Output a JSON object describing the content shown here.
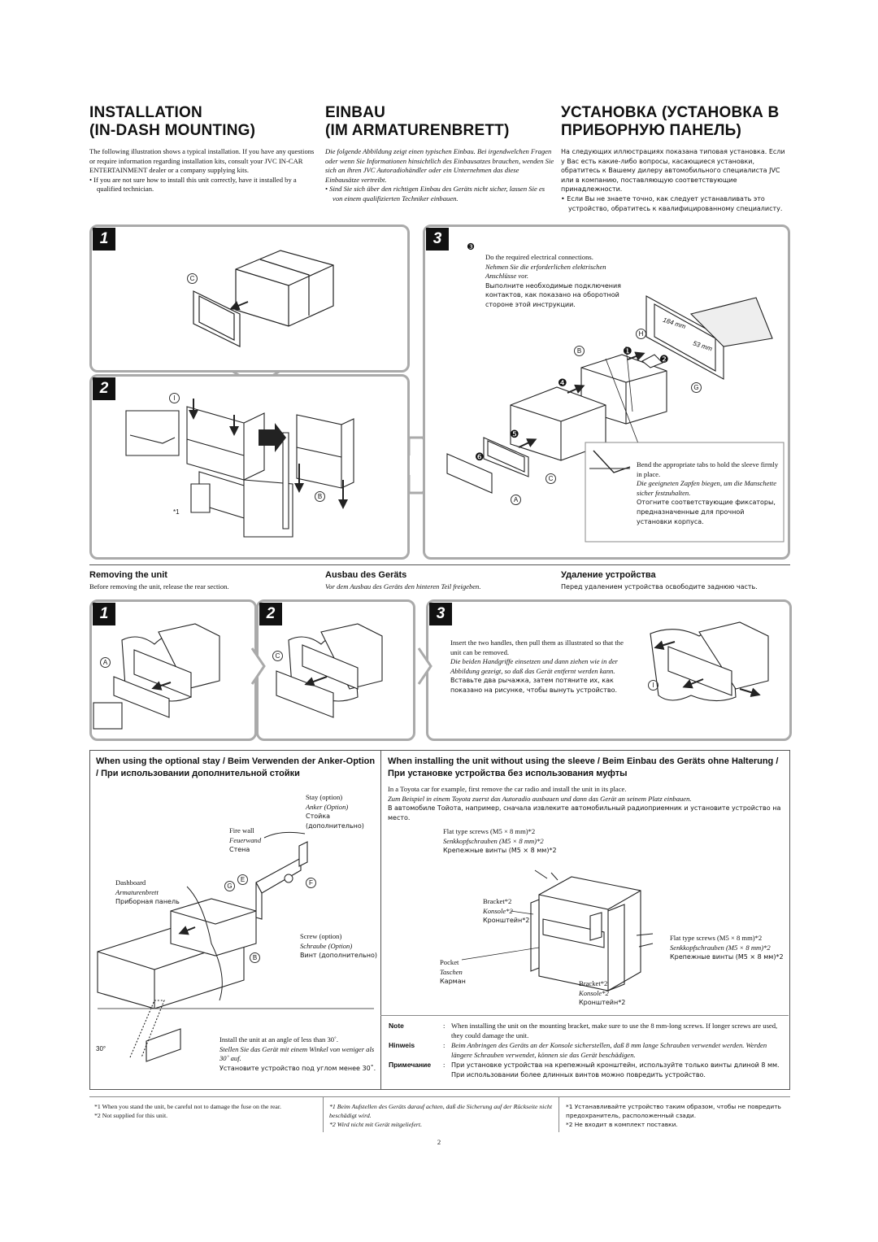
{
  "headers": {
    "en": [
      "INSTALLATION",
      "(IN-DASH MOUNTING)"
    ],
    "de": [
      "EINBAU",
      "(IM ARMATURENBRETT)"
    ],
    "ru": [
      "УСТАНОВКА (УСТАНОВКА В",
      "ПРИБОРНУЮ ПАНЕЛЬ)"
    ]
  },
  "intro": {
    "en": "The following illustration shows a typical installation. If you have any questions or require information regarding installation kits, consult your JVC IN-CAR ENTERTAINMENT dealer or a company supplying kits.",
    "en_bullet": "If you are not sure how to install this unit correctly, have it installed by a qualified technician.",
    "de": "Die folgende Abbildung zeigt einen typischen Einbau. Bei irgendwelchen Fragen oder wenn Sie Informationen hinsichtlich des Einbausatzes brauchen, wenden Sie sich an ihren JVC Autoradiohändler oder ein Unternehmen das diese Einbausätze vertreibt.",
    "de_bullet": "Sind Sie sich über den richtigen Einbau des Geräts nicht sicher, lassen Sie es von einem qualifizierten Techniker einbauen.",
    "ru": "На следующих иллюстрациях показана типовая установка. Если у Вас есть какие-либо вопросы, касающиеся установки, обратитесь к Вашему дилеру автомобильного специалиста JVC или в компанию, поставляющую соответствующие принадлежности.",
    "ru_bullet": "Если Вы не знаете точно, как следует устанавливать это устройство, обратитесь к квалифицированному специалисту."
  },
  "steps": {
    "s1": "1",
    "s2": "2",
    "s3": "3"
  },
  "install_step3": {
    "marker": "❸",
    "en": "Do the required electrical connections.",
    "de": "Nehmen Sie die erforderlichen elektrischen Anschlüsse vor.",
    "ru": "Выполните необходимые подключения контактов, как показано на оборотной стороне этой инструкции.",
    "dim1": "184 mm",
    "dim2": "53 mm"
  },
  "bend_tabs": {
    "en": "Bend the appropriate tabs to hold the sleeve firmly in place.",
    "de": "Die geeigneten Zapfen biegen, um die Manschette sicher festzuhalten.",
    "ru": "Отогните соответствующие фиксаторы, предназначенные для прочной установки корпуса."
  },
  "markers": {
    "A": "A",
    "B": "B",
    "C": "C",
    "E": "E",
    "F": "F",
    "G": "G",
    "H": "H",
    "I": "I",
    "n1": "❶",
    "n2": "❷",
    "n4": "❹",
    "n5": "❺",
    "n6": "❻",
    "star1": "*1"
  },
  "removing": {
    "en_title": "Removing the unit",
    "en_text": "Before removing the unit, release the rear section.",
    "de_title": "Ausbau des Geräts",
    "de_text": "Vor dem Ausbau des Geräts den hinteren Teil freigeben.",
    "ru_title": "Удаление устройства",
    "ru_text": "Перед удалением устройства освободите заднюю часть."
  },
  "remove_step3": {
    "en": "Insert the two handles, then pull them as illustrated so that the unit can be removed.",
    "de": "Die beiden Handgriffe einsetzen und dann ziehen wie in der Abbildung gezeigt, so daß das Gerät entfernt werden kann.",
    "ru": "Вставьте два рычажка, затем потяните их, как показано на рисунке, чтобы вынуть устройство."
  },
  "stay": {
    "title": "When using the optional stay / Beim Verwenden der Anker-Option / При использовании дополнительной стойки",
    "stay_en": "Stay (option)",
    "stay_de": "Anker (Option)",
    "stay_ru": "Стойка (дополнительно)",
    "fire_en": "Fire wall",
    "fire_de": "Feuerwand",
    "fire_ru": "Стена",
    "dash_en": "Dashboard",
    "dash_de": "Armaturenbrett",
    "dash_ru": "Приборная панель",
    "screw_en": "Screw (option)",
    "screw_de": "Schraube (Option)",
    "screw_ru": "Винт (дополнительно)",
    "angle": "30°",
    "angle_en": "Install the unit at an angle of less than 30˚.",
    "angle_de": "Stellen Sie das Gerät mit einem Winkel von weniger als 30˚ auf.",
    "angle_ru": "Установите устройство под углом менее 30˚."
  },
  "sleeve": {
    "title": "When installing the unit without using the sleeve / Beim Einbau des Geräts ohne Halterung / При установке устройства без использования муфты",
    "en": "In a Toyota car for example, first remove the car radio and install the unit in its place.",
    "de": "Zum Beispiel in einem Toyota zuerst das Autoradio ausbauen und dann das Gerät an seinem Platz einbauen.",
    "ru": "В автомобиле Тойота, например, сначала извлеките автомобильный радиоприемник и установите устройство на место.",
    "flat_en": "Flat type screws (M5 × 8 mm)*2",
    "flat_de": "Senkkopfschrauben (M5 × 8 mm)*2",
    "flat_ru": "Крепежные винты (M5 × 8 мм)*2",
    "bracket_en": "Bracket*2",
    "bracket_de": "Konsole*2",
    "bracket_ru": "Кронштейн*2",
    "pocket_en": "Pocket",
    "pocket_de": "Taschen",
    "pocket_ru": "Карман"
  },
  "notes": {
    "note_key": "Note",
    "note_en": "When installing the unit on the mounting bracket, make sure to use the 8 mm-long screws. If longer screws are used, they could damage the unit.",
    "hinweis_key": "Hinweis",
    "note_de": "Beim Anbringen des Geräts an der Konsole sicherstellen, daß 8 mm lange Schrauben verwendet werden. Werden längere Schrauben verwendet, können sie das Gerät beschädigen.",
    "prim_key": "Примечание",
    "note_ru": "При установке устройства на крепежный кронштейн, используйте только винты длиной 8 мм. При использовании более длинных винтов можно повредить устройство.",
    "colon": ":"
  },
  "footnotes": {
    "en1": "*1  When you stand the unit, be careful not to damage the fuse on the rear.",
    "en2": "*2  Not supplied for this unit.",
    "de1": "*1  Beim Aufstellen des Geräts darauf achten, daß die Sicherung auf der Rückseite nicht beschädigt wird.",
    "de2": "*2  Wird nicht mit Gerät mitgeliefert.",
    "ru1": "*1  Устанавливайте устройство таким образом, чтобы не повредить предохранитель, расположенный сзади.",
    "ru2": "*2  Не входит в комплект поставки."
  },
  "page_number": "2"
}
